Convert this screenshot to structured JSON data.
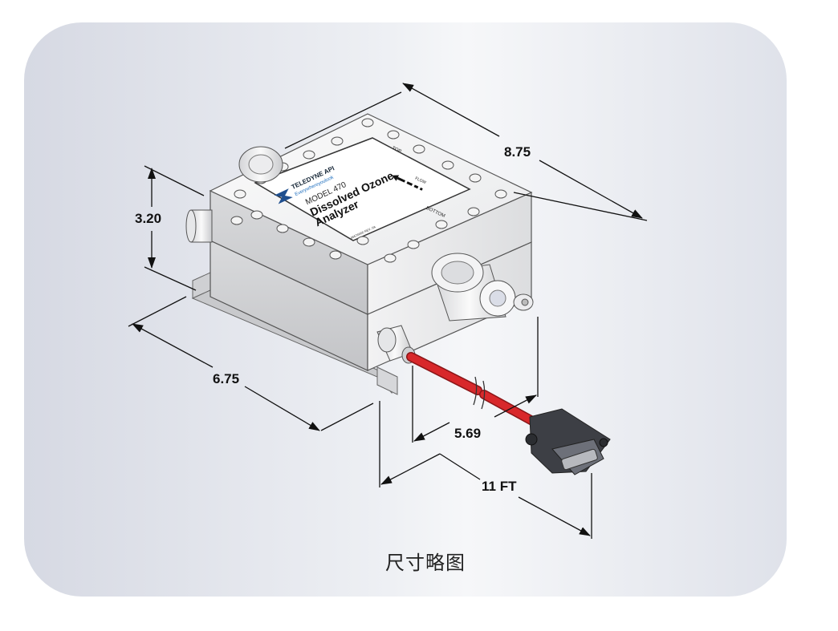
{
  "dimensions": {
    "height": "3.20",
    "length": "8.75",
    "width": "6.75",
    "cable_offset": "5.69",
    "cable_length": "11 FT"
  },
  "label": {
    "brand": "TELEDYNE API",
    "tagline": "Everywhereyoulook",
    "model": "MODEL 470",
    "name_line1": "Dissolved Ozone",
    "name_line2": "Analyzer",
    "top": "TOP",
    "bottom": "BOTTOM",
    "flow": "FLOW",
    "part_number": "06570000 REV. 0A"
  },
  "caption": "尺寸略图",
  "colors": {
    "cable": "#d8282b",
    "card_background": "#e6e8ee"
  }
}
